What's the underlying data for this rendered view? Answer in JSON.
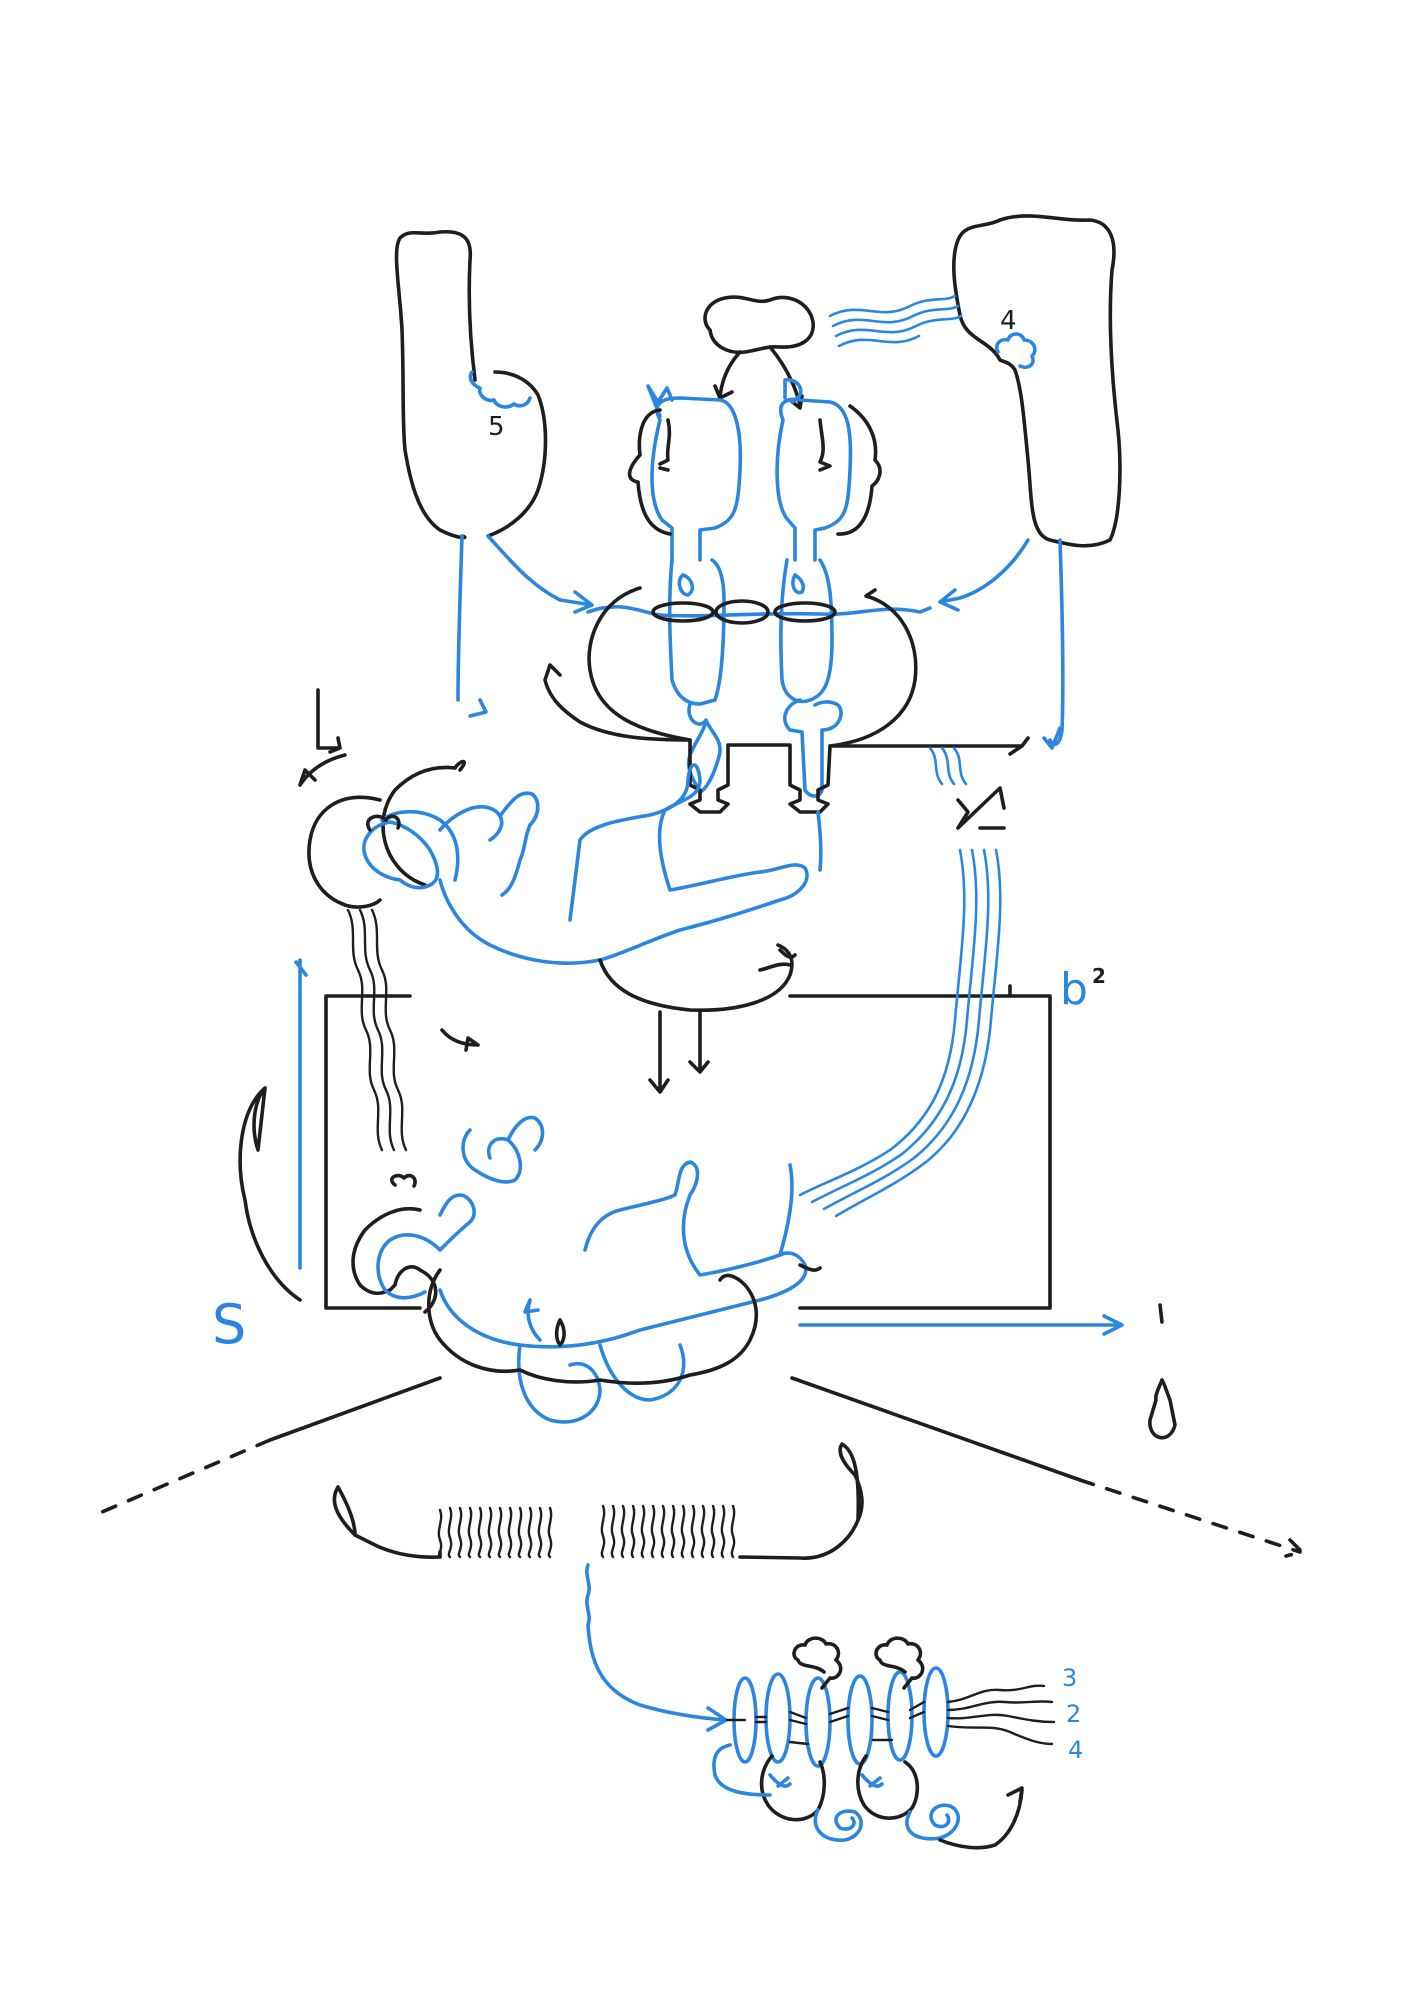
{
  "artwork": {
    "background": "#ffffff",
    "ink_colors": {
      "black": "#1e1e1e",
      "blue": "#2b86e0"
    },
    "labels": {
      "left_blob_digit": "5",
      "right_blob_digit": "4",
      "b_letter": "b",
      "b_superscript": "2",
      "s_letter": "S",
      "right_number_top": "3",
      "right_number_mid": "2",
      "right_number_bottom": "4"
    }
  }
}
